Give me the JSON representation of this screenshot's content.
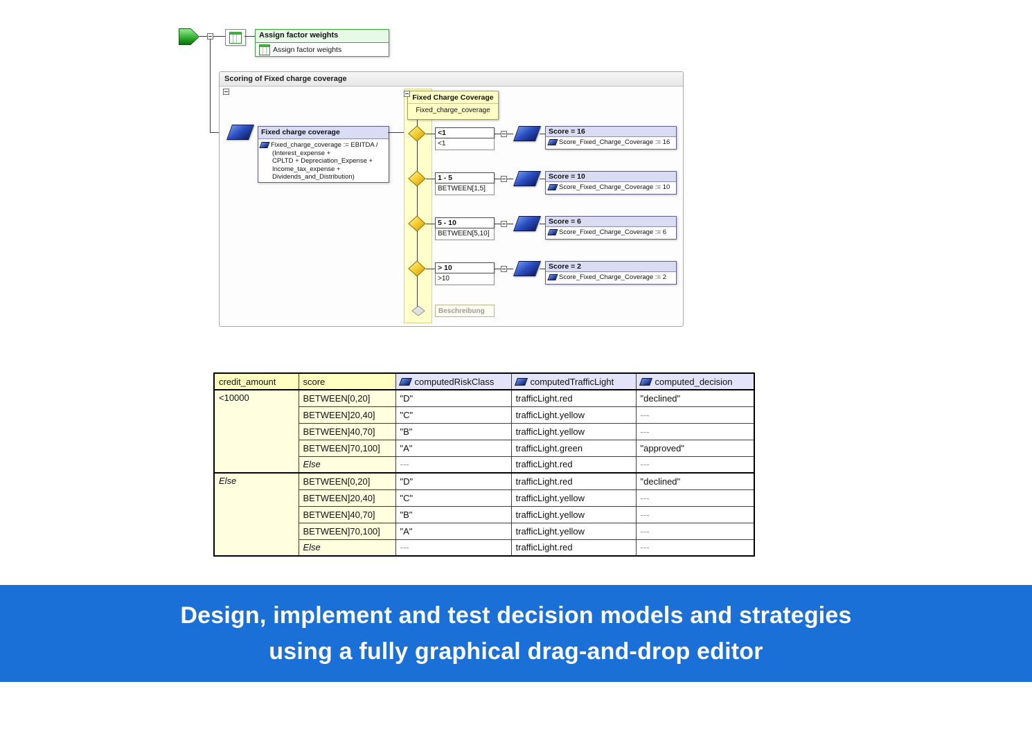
{
  "flow": {
    "assign_box": {
      "title": "Assign factor weights",
      "item_label": "Assign factor weights"
    },
    "panel_title": "Scoring of Fixed charge coverage",
    "input_node": {
      "title": "Fixed charge coverage",
      "expr_lines": [
        "Fixed_charge_coverage := EBITDA /",
        "(Interest_expense +",
        "CPLTD + Depreciation_Expense +",
        "Income_tax_expense +",
        "Dividends_and_Distribution)"
      ]
    },
    "decision_node": {
      "title": "Fixed Charge Coverage",
      "subtitle": "Fixed_charge_coverage"
    },
    "branches": [
      {
        "label": "<1",
        "condition": "<1",
        "score_title": "Score = 16",
        "score_expr": "Score_Fixed_Charge_Coverage := 16"
      },
      {
        "label": "1 - 5",
        "condition": "BETWEEN[1,5]",
        "score_title": "Score = 10",
        "score_expr": "Score_Fixed_Charge_Coverage := 10"
      },
      {
        "label": "5 - 10",
        "condition": "BETWEEN[5,10]",
        "score_title": "Score = 6",
        "score_expr": "Score_Fixed_Charge_Coverage := 6"
      },
      {
        "label": "> 10",
        "condition": ">10",
        "score_title": "Score = 2",
        "score_expr": "Score_Fixed_Charge_Coverage := 2"
      }
    ],
    "else_box_label": "Beschreibung"
  },
  "table": {
    "headers": {
      "credit": "credit_amount",
      "score": "score",
      "risk": "computedRiskClass",
      "light": "computedTrafficLight",
      "decision": "computed_decision"
    },
    "rows": [
      {
        "credit": "<10000",
        "score": "BETWEEN[0,20]",
        "risk": "\"D\"",
        "light": "trafficLight.red",
        "decision": "\"declined\""
      },
      {
        "score": "BETWEEN]20,40]",
        "risk": "\"C\"",
        "light": "trafficLight.yellow",
        "decision": "---"
      },
      {
        "score": "BETWEEN]40,70]",
        "risk": "\"B\"",
        "light": "trafficLight.yellow",
        "decision": "---"
      },
      {
        "score": "BETWEEN]70,100]",
        "risk": "\"A\"",
        "light": "trafficLight.green",
        "decision": "\"approved\""
      },
      {
        "score": "Else",
        "risk": "---",
        "light": "trafficLight.red",
        "decision": "---"
      },
      {
        "credit": "Else",
        "score": "BETWEEN[0,20]",
        "risk": "\"D\"",
        "light": "trafficLight.red",
        "decision": "\"declined\""
      },
      {
        "score": "BETWEEN]20,40]",
        "risk": "\"C\"",
        "light": "trafficLight.yellow",
        "decision": "---"
      },
      {
        "score": "BETWEEN]40,70]",
        "risk": "\"B\"",
        "light": "trafficLight.yellow",
        "decision": "---"
      },
      {
        "score": "BETWEEN]70,100]",
        "risk": "\"A\"",
        "light": "trafficLight.yellow",
        "decision": "---"
      },
      {
        "score": "Else",
        "risk": "---",
        "light": "trafficLight.red",
        "decision": "---"
      }
    ]
  },
  "banner": {
    "line1": "Design, implement and test decision models and strategies",
    "line2": "using a fully graphical drag-and-drop editor",
    "color": "#1a70d6"
  }
}
